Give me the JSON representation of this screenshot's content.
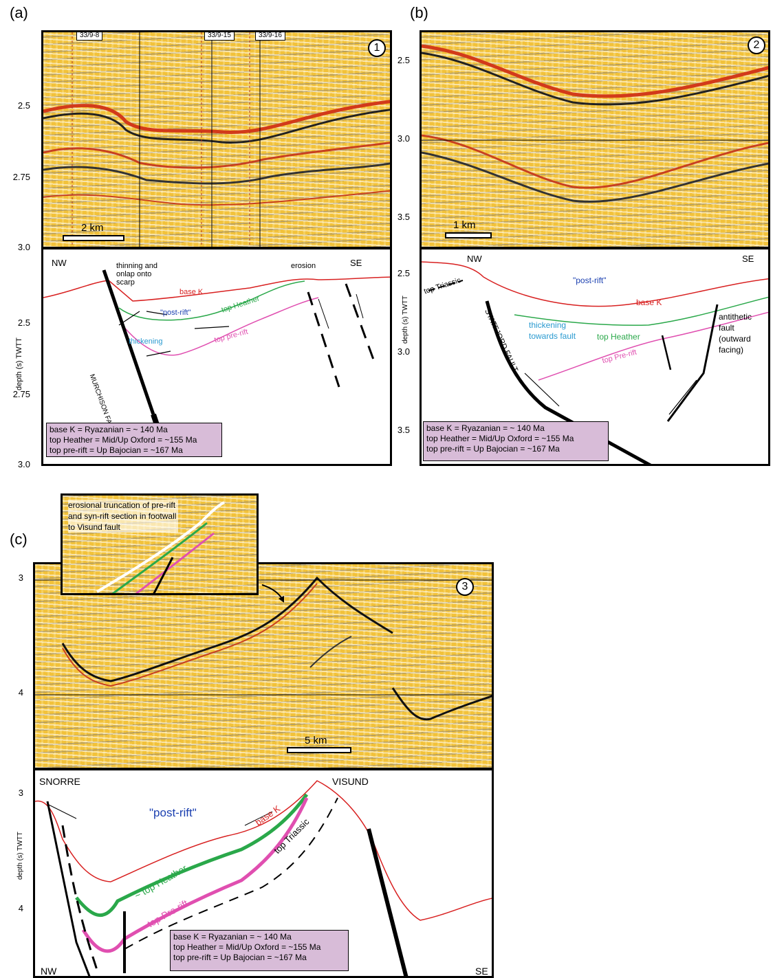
{
  "panel_a": {
    "letter": "(a)",
    "wells": [
      "33/9-8",
      "33/9-15",
      "33/9-16"
    ],
    "number": "1",
    "scale": "2 km",
    "seismic_ticks": [
      "2.5",
      "2.75",
      "3.0"
    ],
    "interp_ticks": [
      "2.5",
      "2.75",
      "3.0"
    ],
    "axis_label": "depth (s) TWTT",
    "left_dir": "NW",
    "right_dir": "SE",
    "labels": {
      "thinning": "thinning and onlap onto scarp",
      "base_k": "base K",
      "post_rift": "\"post-rift\"",
      "top_heather": "top Heather",
      "erosion": "erosion",
      "thickening": "thickening",
      "top_pre_rift": "top pre-rift",
      "fault": "MURCHISON FAULT"
    },
    "legend": [
      "base K = Ryazanian = ~ 140 Ma",
      "top  Heather = Mid/Up Oxford = ~155 Ma",
      "top pre-rift = Up Bajocian = ~167 Ma"
    ]
  },
  "panel_b": {
    "letter": "(b)",
    "number": "2",
    "scale": "1 km",
    "seismic_ticks": [
      "2.5",
      "3.0",
      "3.5"
    ],
    "interp_ticks": [
      "2.5",
      "3.0",
      "3.5"
    ],
    "axis_label": "depth (s) TWTT",
    "left_dir": "NW",
    "right_dir": "SE",
    "labels": {
      "top_triassic": "top Triassic",
      "post_rift": "\"post-rift\"",
      "base_k": "base K",
      "thickening": "thickening towards fault",
      "top_heather": "top Heather",
      "top_pre_rift": "top Pre-rift",
      "antithetic": "antithetic fault (outward facing)",
      "fault": "STATFJORD FAULT"
    },
    "legend": [
      "base K = Ryazanian = ~ 140 Ma",
      "top  Heather = Mid/Up Oxford = ~155 Ma",
      "top pre-rift = Up Bajocian = ~167 Ma"
    ]
  },
  "panel_c": {
    "letter": "(c)",
    "number": "3",
    "scale": "5 km",
    "seismic_ticks": [
      "3",
      "4"
    ],
    "interp_ticks": [
      "3",
      "4"
    ],
    "axis_label": "depth (s) TWTT",
    "inset_text": "erosional truncation of pre-rift and syn-rift section in footwall to Visund fault",
    "left_top": "SNORRE",
    "right_top": "VISUND",
    "left_dir": "NW",
    "right_dir": "SE",
    "labels": {
      "post_rift": "\"post-rift\"",
      "base_k": "base K",
      "top_triassic": "top Triassic",
      "top_heather": "~ top Heather",
      "top_pre_rift": "top Pre-rift"
    },
    "legend": [
      "base K = Ryazanian = ~ 140 Ma",
      "top  Heather = Mid/Up Oxford = ~155 Ma",
      "top pre-rift = Up Bajocian = ~167 Ma"
    ]
  },
  "colors": {
    "base_k": "#d82020",
    "top_heather": "#2aa84a",
    "top_pre_rift": "#e04fb0",
    "post_rift_text": "#1a3fb0",
    "thickening_text": "#2a9ad0",
    "legend_bg": "#d8bcd8",
    "seismic_bg": "#f2c23a"
  }
}
